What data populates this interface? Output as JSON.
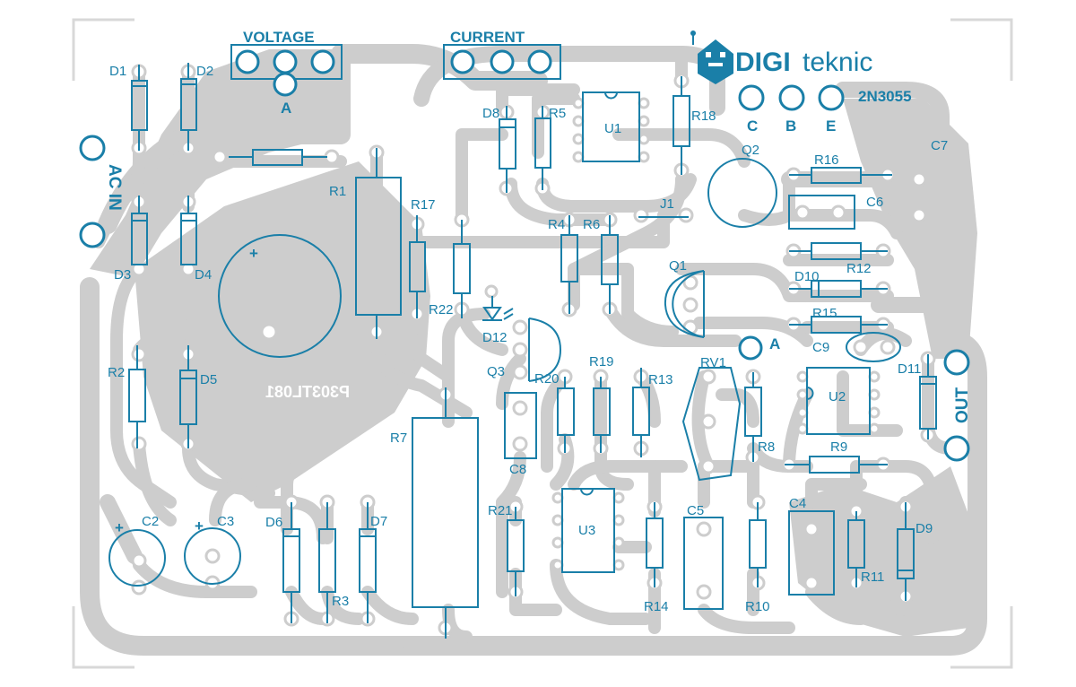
{
  "board": {
    "connectors": {
      "voltage": "VOLTAGE",
      "current": "CURRENT",
      "wiper_a": "A",
      "ac_in": "AC IN",
      "out": "OUT",
      "rv_a": "A"
    },
    "brand": {
      "name_bold": "DIGI",
      "name_light": "teknic"
    },
    "transistor_pins": {
      "part": "2N3055",
      "c": "C",
      "b": "B",
      "e": "E"
    },
    "mirrored_text": "P303TL081",
    "polarity_mark": "+",
    "colors": {
      "copper": "#cdcdcd",
      "silkscreen": "#1a7fa8"
    },
    "designators": {
      "D1": "D1",
      "D2": "D2",
      "D3": "D3",
      "D4": "D4",
      "D5": "D5",
      "D6": "D6",
      "D7": "D7",
      "D8": "D8",
      "D9": "D9",
      "D10": "D10",
      "D11": "D11",
      "D12": "D12",
      "R1": "R1",
      "R2": "R2",
      "R3": "R3",
      "R4": "R4",
      "R5": "R5",
      "R6": "R6",
      "R7": "R7",
      "R8": "R8",
      "R9": "R9",
      "R10": "R10",
      "R11": "R11",
      "R12": "R12",
      "R13": "R13",
      "R14": "R14",
      "R15": "R15",
      "R16": "R16",
      "R17": "R17",
      "R18": "R18",
      "R19": "R19",
      "R20": "R20",
      "R21": "R21",
      "R22": "R22",
      "C2": "C2",
      "C3": "C3",
      "C4": "C4",
      "C5": "C5",
      "C6": "C6",
      "C7": "C7",
      "C8": "C8",
      "C9": "C9",
      "Q1": "Q1",
      "Q2": "Q2",
      "Q3": "Q3",
      "U1": "U1",
      "U2": "U2",
      "U3": "U3",
      "RV1": "RV1",
      "J1": "J1"
    }
  }
}
